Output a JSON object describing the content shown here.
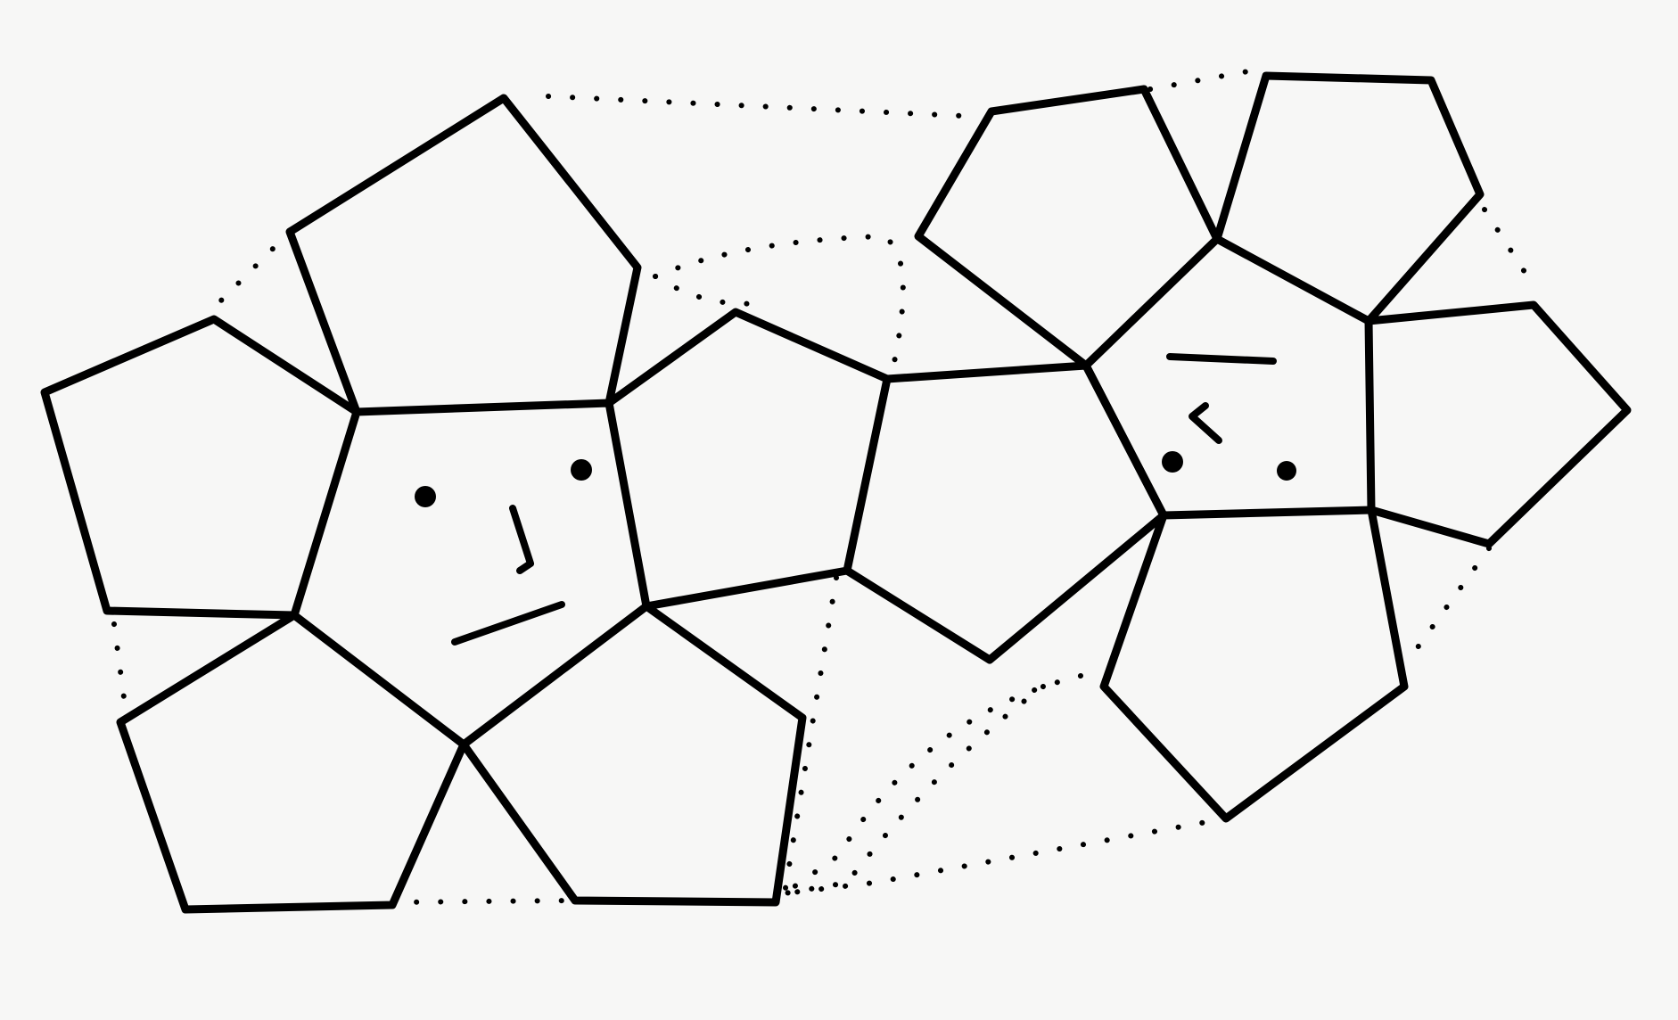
{
  "diagram": {
    "kind": "dodecahedron-net",
    "description_visible_text": "",
    "colors": {
      "background": "#f7f7f6",
      "ink": "#000000"
    },
    "halves": [
      {
        "name": "left-half",
        "faces": 6,
        "center_face_has_face_drawing": true
      },
      {
        "name": "right-half",
        "faces": 6,
        "center_face_has_face_drawing": true
      }
    ],
    "total_faces": 12,
    "fold_lines_style": "dotted"
  }
}
